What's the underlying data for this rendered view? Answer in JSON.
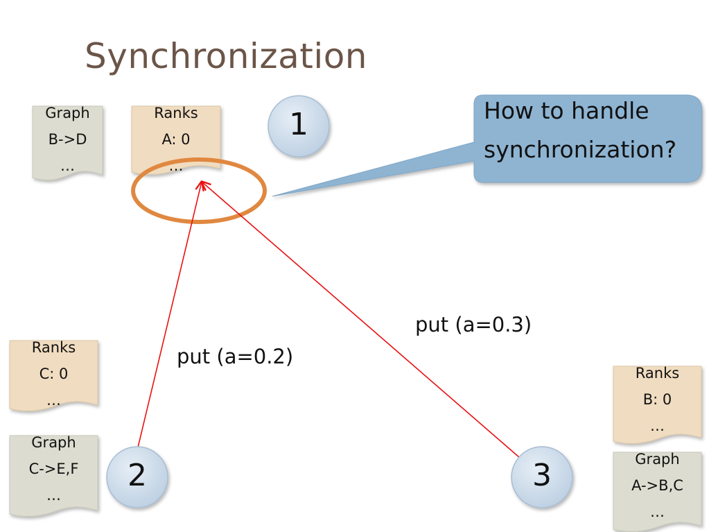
{
  "title": "Synchronization",
  "documents": [
    {
      "id": "graph-1",
      "kind": "graph",
      "lines": [
        "Graph",
        "B->D",
        "…"
      ]
    },
    {
      "id": "ranks-1",
      "kind": "ranks",
      "lines": [
        "Ranks",
        "A: 0",
        "…"
      ]
    },
    {
      "id": "ranks-2",
      "kind": "ranks",
      "lines": [
        "Ranks",
        "C: 0",
        "…"
      ]
    },
    {
      "id": "graph-2",
      "kind": "graph",
      "lines": [
        "Graph",
        "C->E,F",
        "…"
      ]
    },
    {
      "id": "ranks-3",
      "kind": "ranks",
      "lines": [
        "Ranks",
        "B: 0",
        "…"
      ]
    },
    {
      "id": "graph-3",
      "kind": "graph",
      "lines": [
        "Graph",
        "A->B,C",
        "…"
      ]
    }
  ],
  "nodes": [
    {
      "id": "node-1",
      "label": "1"
    },
    {
      "id": "node-2",
      "label": "2"
    },
    {
      "id": "node-3",
      "label": "3"
    }
  ],
  "edges": [
    {
      "from": "node-2",
      "to": "ranks-1",
      "label": "put (a=0.2)"
    },
    {
      "from": "node-3",
      "to": "ranks-1",
      "label": "put (a=0.3)"
    }
  ],
  "callout": {
    "lines": [
      "How to handle",
      "synchronization?"
    ]
  },
  "colors": {
    "graph_fill": "#dcddd0",
    "ranks_fill": "#f0dcc0",
    "node_fill": "#cfdcea",
    "callout_fill": "#8eb4d2",
    "highlight": "#e08840",
    "arrow": "#e81010",
    "title": "#6b5548"
  }
}
